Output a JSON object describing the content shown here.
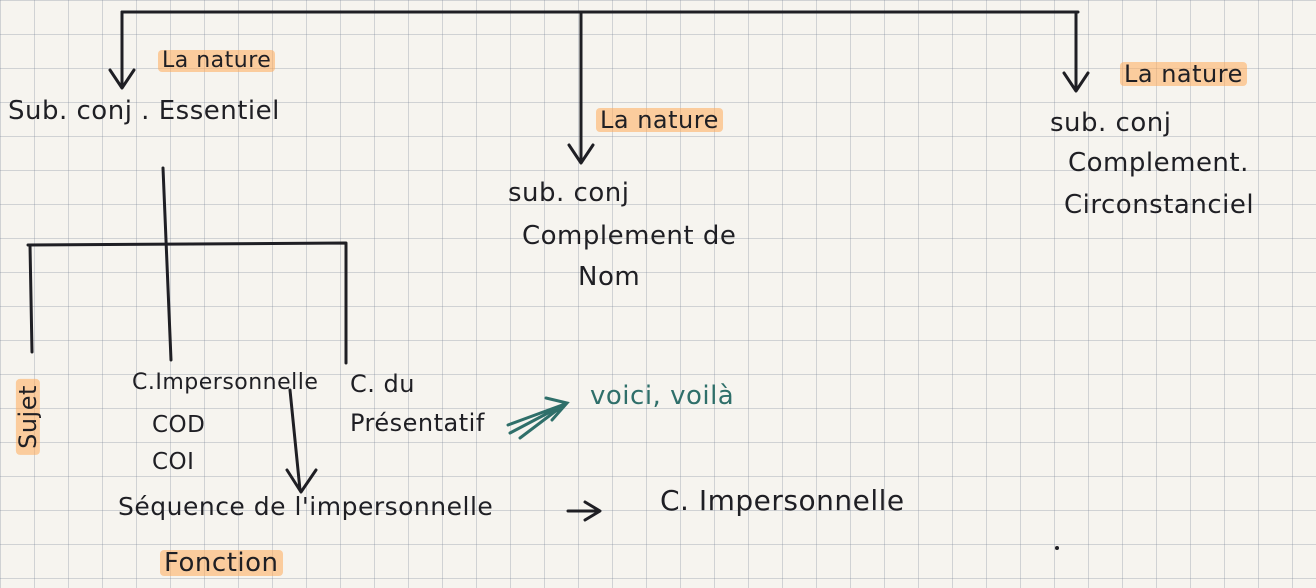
{
  "labels": {
    "nature_1": "La nature",
    "essentiel": "Sub. conj . Essentiel",
    "nature_2": "La nature",
    "nom_1": "sub. conj",
    "nom_2": "Complement de",
    "nom_3": "Nom",
    "nature_3": "La nature",
    "circ_1": "sub. conj",
    "circ_2": "Complement.",
    "circ_3": "Circonstanciel",
    "sujet": "Sujet",
    "imp_1": "C.Impersonnelle",
    "imp_2": "COD",
    "imp_3": "COI",
    "pres_1": "C. du",
    "pres_2": "Présentatif",
    "voici": "voici, voilà",
    "sequence": "Séquence de l'impersonnelle",
    "imp_result": "C. Impersonnelle",
    "fonction": "Fonction"
  },
  "colors": {
    "ink": "#1f1f24",
    "highlight": "#ffab5a",
    "teal": "#2f6f6a",
    "grid": "#8892a6"
  }
}
